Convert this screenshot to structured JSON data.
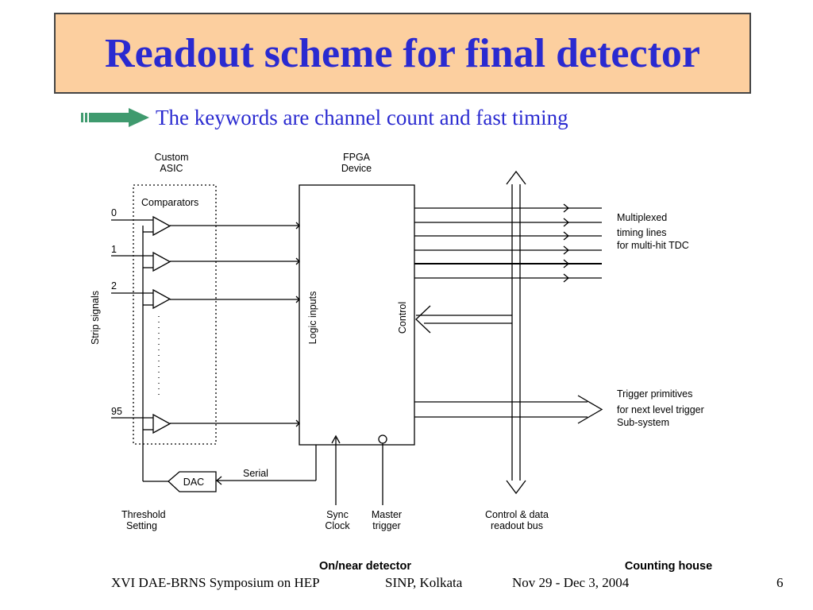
{
  "slide": {
    "title": "Readout scheme for final detector",
    "subtitle": "The keywords are channel count and fast timing"
  },
  "diagram": {
    "asic_label_1": "Custom",
    "asic_label_2": "ASIC",
    "fpga_label_1": "FPGA",
    "fpga_label_2": "Device",
    "comparators": "Comparators",
    "strip_signals": "Strip signals",
    "channels": [
      "0",
      "1",
      "2",
      "95"
    ],
    "logic_inputs": "Logic inputs",
    "control": "Control",
    "multiplexed_1": "Multiplexed",
    "multiplexed_2": "timing lines",
    "multiplexed_3": "for multi-hit TDC",
    "trigger_1": "Trigger primitives",
    "trigger_2": "for next level trigger",
    "trigger_3": "Sub-system",
    "dac": "DAC",
    "serial": "Serial",
    "threshold_1": "Threshold",
    "threshold_2": "Setting",
    "sync_1": "Sync",
    "sync_2": "Clock",
    "master_1": "Master",
    "master_2": "trigger",
    "bus_1": "Control & data",
    "bus_2": "readout bus",
    "on_near_detector": "On/near detector",
    "counting_house": "Counting house"
  },
  "footer": {
    "symposium": "XVI DAE-BRNS Symposium on HEP",
    "venue": "SINP, Kolkata",
    "dates": "Nov 29 - Dec 3, 2004",
    "page": "6"
  },
  "colors": {
    "title_bg": "#fccf9f",
    "title_text": "#2a2ad0",
    "arrow_green": "#3f9a6e"
  }
}
